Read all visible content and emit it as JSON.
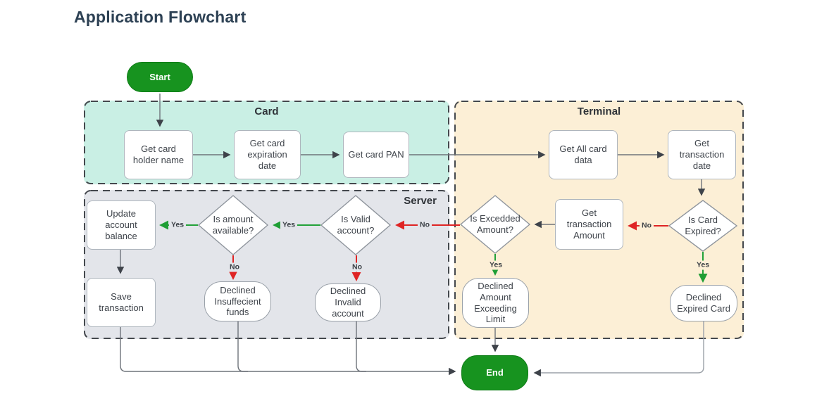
{
  "title": "Application Flowchart",
  "regions": {
    "card": {
      "label": "Card",
      "fill": "#c9efe4"
    },
    "terminal": {
      "label": "Terminal",
      "fill": "#fcefd6"
    },
    "server": {
      "label": "Server",
      "fill": "#e3e5ea"
    }
  },
  "nodes": {
    "start": {
      "label": "Start",
      "type": "terminator"
    },
    "get_card_holder_name": {
      "label": "Get card holder name",
      "type": "process"
    },
    "get_card_expiration": {
      "label": "Get card expiration date",
      "type": "process"
    },
    "get_card_pan": {
      "label": "Get card PAN",
      "type": "process"
    },
    "get_all_card_data": {
      "label": "Get All card data",
      "type": "process"
    },
    "get_transaction_date": {
      "label": "Get transaction date",
      "type": "process"
    },
    "is_card_expired": {
      "label": "Is Card Expired?",
      "type": "decision"
    },
    "get_transaction_amount": {
      "label": "Get transaction Amount",
      "type": "process"
    },
    "is_excedded_amount": {
      "label": "Is Excedded Amount?",
      "type": "decision"
    },
    "is_valid_account": {
      "label": "Is Valid account?",
      "type": "decision"
    },
    "is_amount_available": {
      "label": "Is amount available?",
      "type": "decision"
    },
    "update_account_balance": {
      "label": "Update account balance",
      "type": "process"
    },
    "save_transaction": {
      "label": "Save transaction",
      "type": "process"
    },
    "declined_insuffecient_funds": {
      "label": "Declined Insuffecient funds",
      "type": "rounded"
    },
    "declined_invalid_account": {
      "label": "Declined Invalid account",
      "type": "rounded"
    },
    "declined_amount_exceeding_limit": {
      "label": "Declined Amount Exceeding Limit",
      "type": "rounded"
    },
    "declined_expired_card": {
      "label": "Declined Expired Card",
      "type": "rounded"
    },
    "end": {
      "label": "End",
      "type": "terminator"
    }
  },
  "edge_labels": {
    "is_card_expired_no": "No",
    "is_card_expired_yes": "Yes",
    "is_excedded_amount_no": "No",
    "is_excedded_amount_yes": "Yes",
    "is_valid_account_yes": "Yes",
    "is_valid_account_no": "No",
    "is_amount_available_yes": "Yes",
    "is_amount_available_no": "No"
  },
  "colors": {
    "title": "#2d4154",
    "terminator_fill": "#17931f",
    "yes_edge": "#22a138",
    "no_edge": "#df2424",
    "neutral_edge": "#6e737a",
    "card_fill": "#c9efe4",
    "terminal_fill": "#fcefd6",
    "server_fill": "#e3e5ea"
  }
}
